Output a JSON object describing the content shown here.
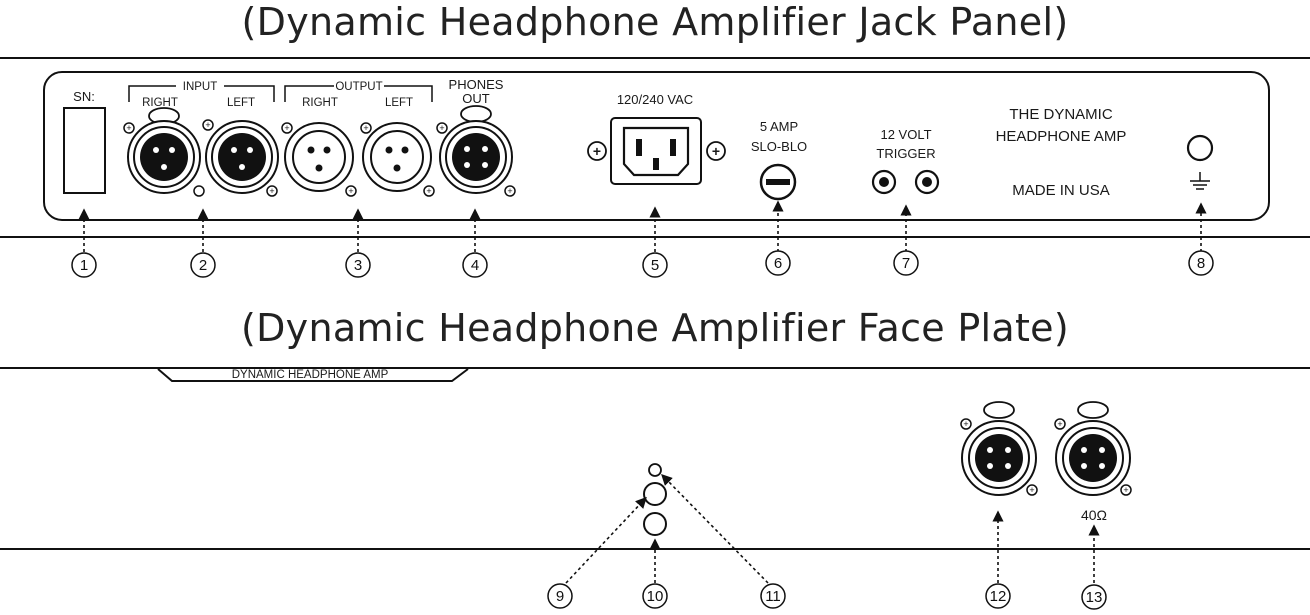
{
  "titles": {
    "jack_panel": "(Dynamic Headphone Amplifier Jack Panel)",
    "face_plate": "(Dynamic Headphone Amplifier Face Plate)"
  },
  "jack_panel": {
    "sn_label": "SN:",
    "input_label": "INPUT",
    "output_label": "OUTPUT",
    "right_label": "RIGHT",
    "left_label": "LEFT",
    "phones_label_1": "PHONES",
    "phones_label_2": "OUT",
    "power_label": "120/240 VAC",
    "fuse_label_1": "5 AMP",
    "fuse_label_2": "SLO-BLO",
    "trigger_label_1": "12 VOLT",
    "trigger_label_2": "TRIGGER",
    "brand_line_1": "THE DYNAMIC",
    "brand_line_2": "HEADPHONE AMP",
    "made_in": "MADE IN USA"
  },
  "face_plate": {
    "brand_tab": "DYNAMIC HEADPHONE AMP",
    "impedance_label": "40Ω"
  },
  "callouts": [
    "1",
    "2",
    "3",
    "4",
    "5",
    "6",
    "7",
    "8",
    "9",
    "10",
    "11",
    "12",
    "13"
  ]
}
